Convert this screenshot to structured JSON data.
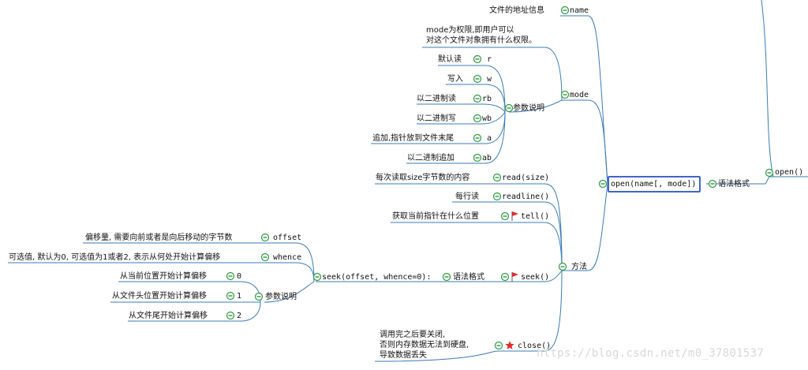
{
  "nodes": {
    "name_desc": "文件的地址信息",
    "name": "name",
    "mode_desc_1": "mode为权限,即用户可以",
    "mode_desc_2": "对这个文件对象拥有什么权限。",
    "mode": "mode",
    "params": "参数说明",
    "r_desc": "默认读",
    "r": "r",
    "w_desc": "写入",
    "w": "w",
    "rb_desc": "以二进制读",
    "rb": "rb",
    "wb_desc": "以二进制写",
    "wb": "wb",
    "a_desc": "追加,指针放到文件末尾",
    "a": "a",
    "ab_desc": "以二进制追加",
    "ab": "ab",
    "open_sig": "open(name[, mode])",
    "syntax": "语法格式",
    "open": "open()",
    "read_desc": "每次读取size字节数的内容",
    "read": "read(size)",
    "readline_desc": "每行读",
    "readline": "readline()",
    "tell_desc": "获取当前指针在什么位置",
    "tell": "tell()",
    "methods": "方法",
    "seek": "seek()",
    "seek_syntax": "语法格式",
    "seek_sig": "seek(offset, whence=0):",
    "offset_desc": "偏移量, 需要向前或者是向后移动的字节数",
    "offset": "offset",
    "whence_desc": "可选值, 默认为0, 可选值为1或者2, 表示从何处开始计算偏移",
    "whence": "whence",
    "seek_params": "参数说明",
    "z0_desc": "从当前位置开始计算偏移",
    "z0": "0",
    "z1_desc": "从文件头位置开始计算偏移",
    "z1": "1",
    "z2_desc": "从文件尾开始计算偏移",
    "z2": "2",
    "close_desc_1": "调用完之后要关闭,",
    "close_desc_2": "否则内存数据无法到硬盘,",
    "close_desc_3": "导致数据丢失",
    "close": "close()"
  },
  "watermark": "https://blog.csdn.net/m0_37801537",
  "icons": {
    "collapse": "minus-circle-icon",
    "flag": "red-flag-icon",
    "star": "red-star-icon"
  },
  "colors": {
    "edge": "#3a7bb7",
    "icon_green": "#2e9b3e",
    "flag": "#e0282d",
    "box": "#3f66c9"
  }
}
